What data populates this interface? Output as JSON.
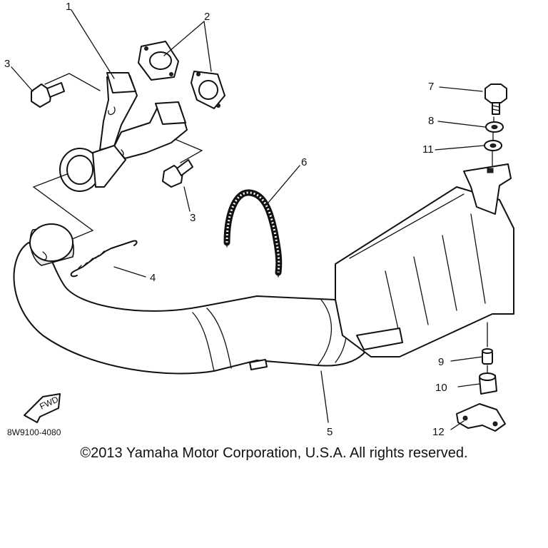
{
  "callouts": {
    "c1": "1",
    "c2": "2",
    "c3a": "3",
    "c3b": "3",
    "c4": "4",
    "c5": "5",
    "c6": "6",
    "c7": "7",
    "c8": "8",
    "c11": "11",
    "c9": "9",
    "c10": "10",
    "c12": "12"
  },
  "diagram_code": "8W9100-4080",
  "fwd_label": "FWD",
  "copyright": "©2013 Yamaha Motor Corporation, U.S.A. All rights reserved."
}
